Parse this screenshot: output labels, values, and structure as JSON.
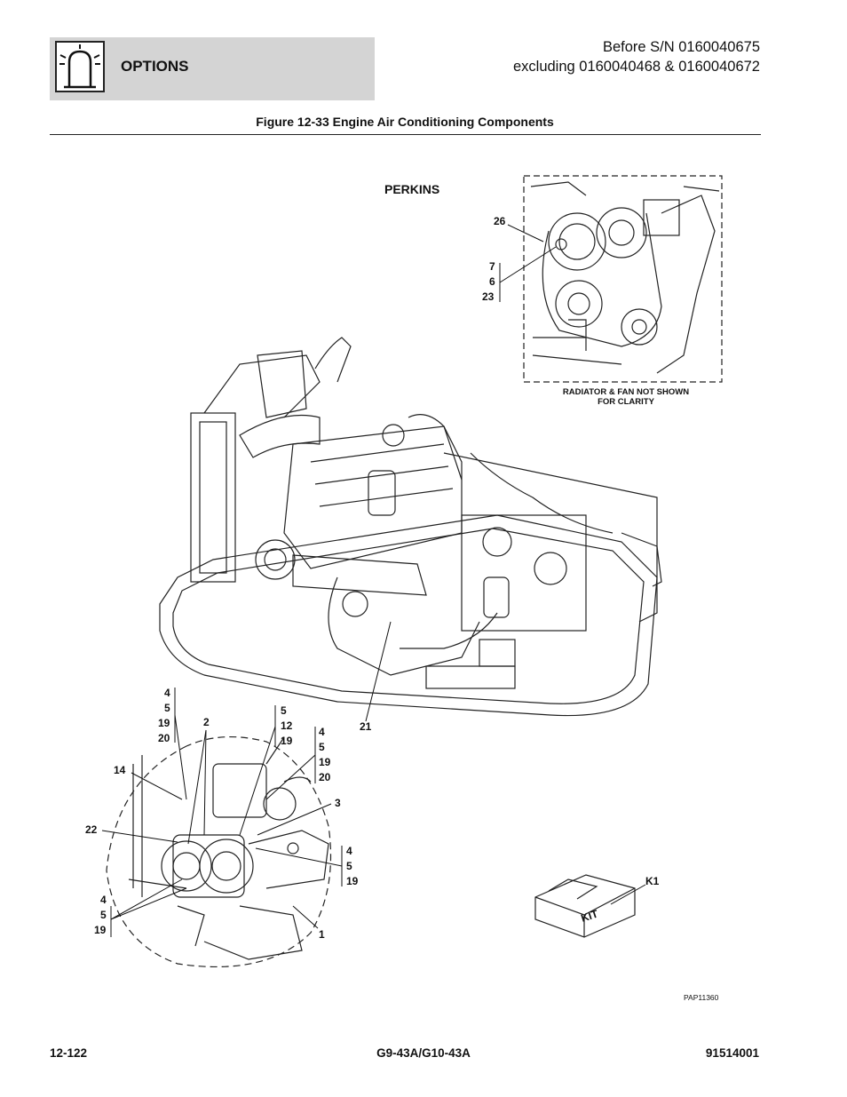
{
  "header": {
    "section_label": "OPTIONS",
    "icon": "beacon-light-icon",
    "serial_line1": "Before S/N 0160040675",
    "serial_line2": "excluding 0160040468 & 0160040672"
  },
  "figure": {
    "title": "Figure 12-33 Engine Air Conditioning Components",
    "engine_label": "PERKINS",
    "inset_note_line1": "RADIATOR & FAN NOT SHOWN",
    "inset_note_line2": "FOR CLARITY",
    "drawing_code": "PAP11360",
    "kit_text": "KIT",
    "callouts": {
      "c26": "26",
      "c7": "7",
      "c6": "6",
      "c23": "23",
      "c21": "21",
      "left_a": [
        "4",
        "5",
        "19",
        "20"
      ],
      "c2": "2",
      "c14": "14",
      "c22": "22",
      "left_b": [
        "4",
        "5",
        "19"
      ],
      "mid_a": [
        "5",
        "12",
        "19"
      ],
      "mid_b": [
        "4",
        "5",
        "19",
        "20"
      ],
      "c3": "3",
      "mid_c": [
        "4",
        "5",
        "19"
      ],
      "c1": "1",
      "k1": "K1"
    }
  },
  "footer": {
    "page": "12-122",
    "model": "G9-43A/G10-43A",
    "doc_number": "91514001"
  }
}
